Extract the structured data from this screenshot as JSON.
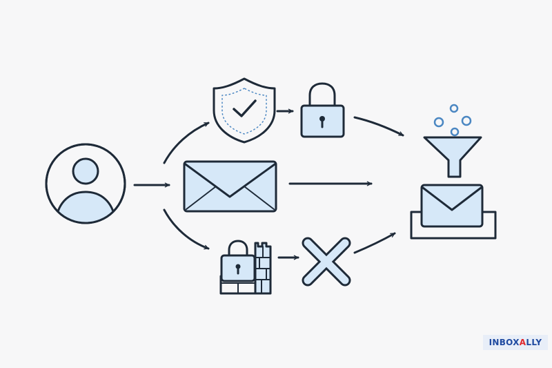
{
  "diagram": {
    "colors": {
      "stroke": "#1e2a38",
      "fill": "#d6e8f8",
      "background": "#f7f7f8",
      "bubble": "#4b87c2"
    },
    "nodes": [
      {
        "id": "user",
        "icon": "user-avatar-icon"
      },
      {
        "id": "shield",
        "icon": "shield-check-icon"
      },
      {
        "id": "lock",
        "icon": "padlock-icon"
      },
      {
        "id": "envelope",
        "icon": "envelope-icon"
      },
      {
        "id": "firewall",
        "icon": "firewall-lock-icon"
      },
      {
        "id": "blocked",
        "icon": "x-mark-icon"
      },
      {
        "id": "filter",
        "icon": "funnel-icon"
      },
      {
        "id": "inbox",
        "icon": "inbox-tray-icon"
      }
    ],
    "edges": [
      {
        "from": "user",
        "to": "shield"
      },
      {
        "from": "user",
        "to": "envelope"
      },
      {
        "from": "user",
        "to": "firewall"
      },
      {
        "from": "shield",
        "to": "lock"
      },
      {
        "from": "lock",
        "to": "filter"
      },
      {
        "from": "envelope",
        "to": "inbox"
      },
      {
        "from": "firewall",
        "to": "blocked"
      },
      {
        "from": "blocked",
        "to": "inbox"
      }
    ]
  },
  "brand": {
    "part1": "INBOX",
    "part2": "A",
    "part3": "LLY"
  }
}
